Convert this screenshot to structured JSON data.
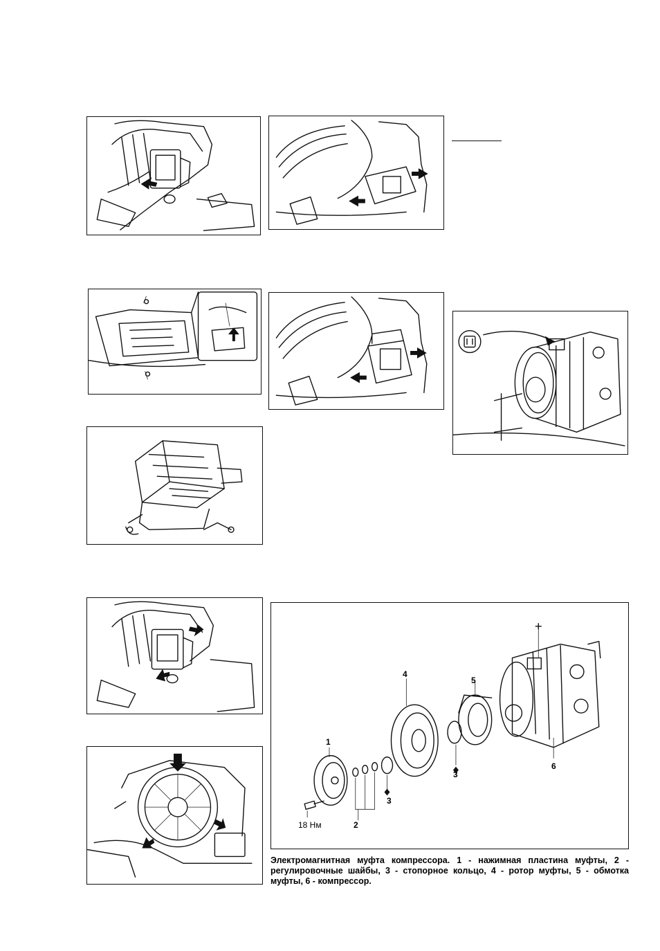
{
  "diagram": {
    "labels": {
      "l1": "1",
      "l2": "2",
      "l3a": "3",
      "l3b": "3",
      "l4": "4",
      "l5": "5",
      "l6": "6",
      "torque": "18 Нм"
    }
  },
  "caption": "Электромагнитная муфта компрессора. 1 - нажимная пластина муфты, 2 - регулировочные шайбы, 3 - стопорное кольцо, 4 - ротор муфты, 5 - обмотка муфты, 6 - компрессор."
}
